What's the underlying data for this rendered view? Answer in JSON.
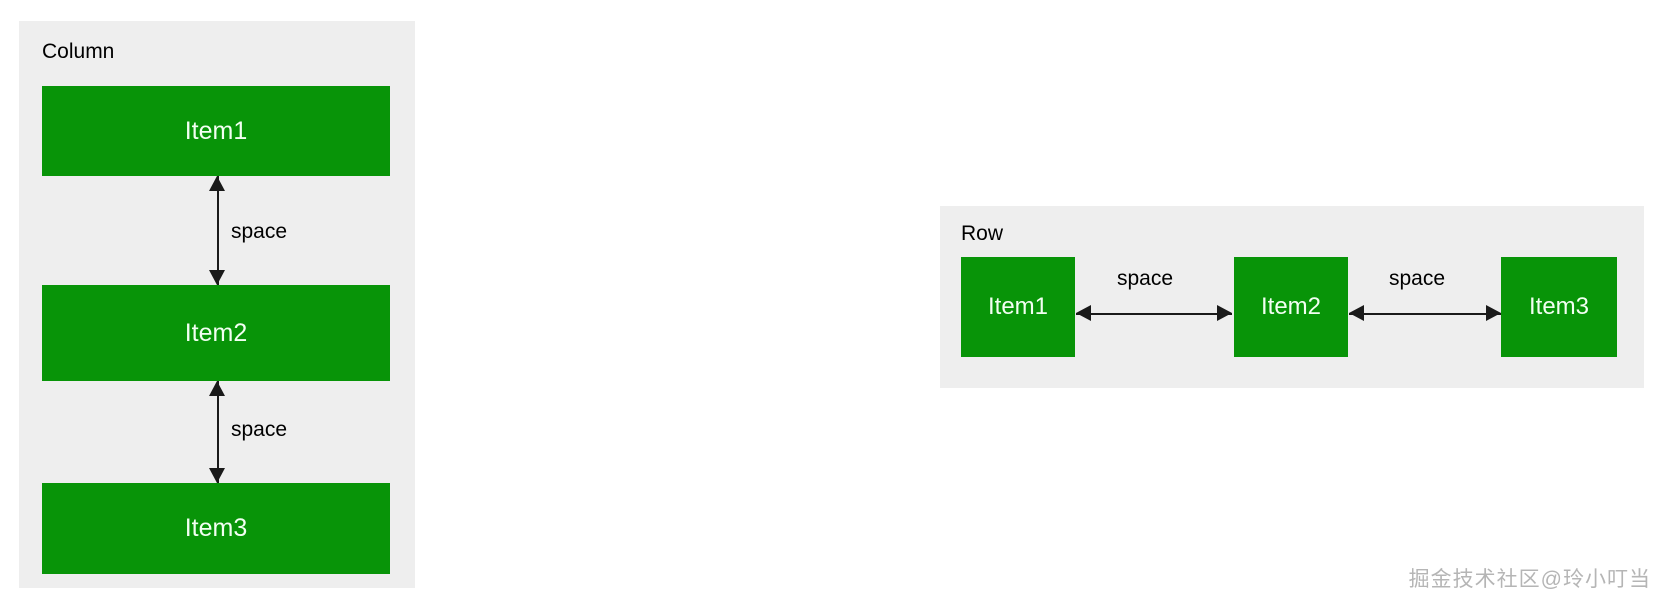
{
  "colors": {
    "panel_bg": "#eeeeee",
    "item_green": "#089408",
    "item_text": "#f2fff2",
    "arrow": "#1a1a1a",
    "label_text": "#000000",
    "page_bg": "#ffffff"
  },
  "column_panel": {
    "title": "Column",
    "items": [
      {
        "label": "Item1"
      },
      {
        "label": "Item2"
      },
      {
        "label": "Item3"
      }
    ],
    "gaps": [
      {
        "label": "space"
      },
      {
        "label": "space"
      }
    ]
  },
  "row_panel": {
    "title": "Row",
    "items": [
      {
        "label": "Item1"
      },
      {
        "label": "Item2"
      },
      {
        "label": "Item3"
      }
    ],
    "gaps": [
      {
        "label": "space"
      },
      {
        "label": "space"
      }
    ]
  },
  "watermark": {
    "text": "掘金技术社区@玲小叮当"
  }
}
